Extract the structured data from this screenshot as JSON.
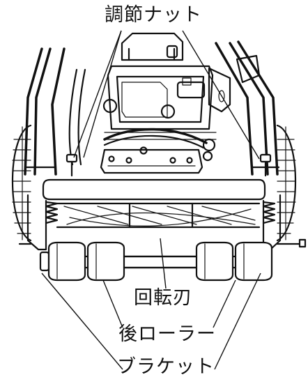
{
  "labels": {
    "adjust_nut": "調節ナット",
    "rotary_blade": "回転刃",
    "rear_roller": "後ローラー",
    "bracket": "ブラケット"
  },
  "colors": {
    "line": "#111111",
    "background": "#ffffff"
  }
}
